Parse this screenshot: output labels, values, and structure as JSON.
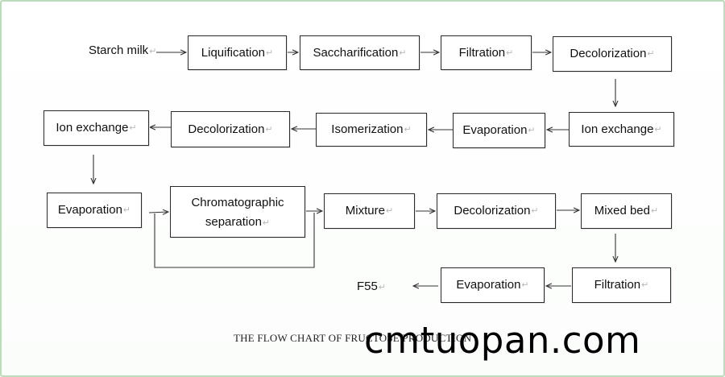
{
  "return_mark": "↵",
  "flow": {
    "start": "Starch milk",
    "end": "F55",
    "steps": [
      "Liquification",
      "Saccharification",
      "Filtration",
      "Decolorization",
      "Ion exchange",
      "Evaporation",
      "Isomerization",
      "Decolorization",
      "Ion exchange",
      "Evaporation",
      "Chromatographic separation",
      "Mixture",
      "Decolorization",
      "Mixed bed",
      "Filtration",
      "Evaporation"
    ],
    "chromatographic_line1": "Chromatographic",
    "chromatographic_line2": "separation"
  },
  "caption": "THE FLOW CHART OF FRUCTOSE PRODUCTION",
  "watermark": "cmtuopan.com"
}
